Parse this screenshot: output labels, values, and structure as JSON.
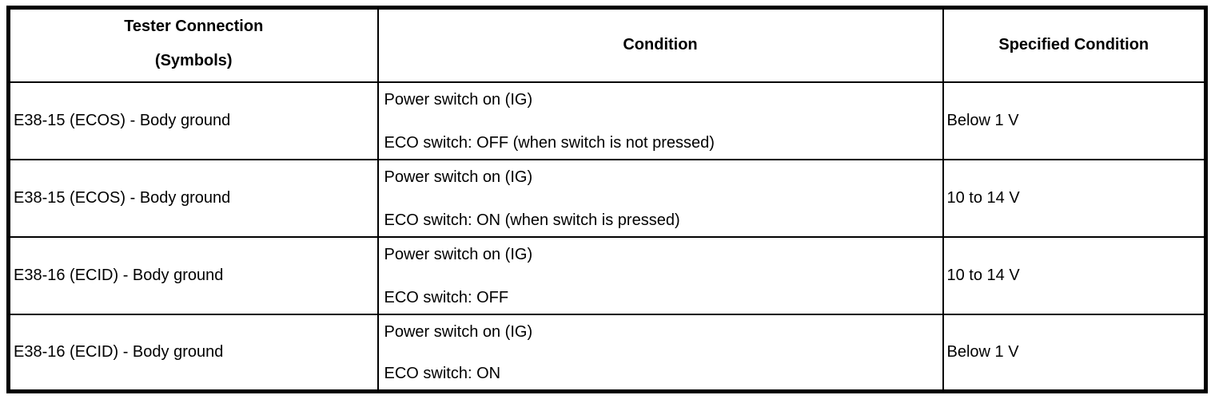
{
  "colors": {
    "border": "#000000",
    "text": "#000000",
    "background": "#ffffff"
  },
  "table": {
    "headers": {
      "tester_connection": {
        "line1": "Tester Connection",
        "line2": "(Symbols)"
      },
      "condition": "Condition",
      "specified_condition": "Specified Condition"
    },
    "rows": [
      {
        "tester_connection": "E38-15 (ECOS) - Body ground",
        "condition_lines": [
          "Power switch on (IG)",
          "ECO switch: OFF (when switch is not pressed)"
        ],
        "specified_condition": "Below 1 V"
      },
      {
        "tester_connection": "E38-15 (ECOS) - Body ground",
        "condition_lines": [
          "Power switch on (IG)",
          "ECO switch: ON (when switch is pressed)"
        ],
        "specified_condition": "10 to 14 V"
      },
      {
        "tester_connection": "E38-16 (ECID) - Body ground",
        "condition_lines": [
          "Power switch on (IG)",
          "ECO switch: OFF"
        ],
        "specified_condition": "10 to 14 V"
      },
      {
        "tester_connection": "E38-16 (ECID) - Body ground",
        "condition_lines": [
          "Power switch on (IG)",
          "ECO switch: ON"
        ],
        "specified_condition": "Below 1 V"
      }
    ]
  }
}
